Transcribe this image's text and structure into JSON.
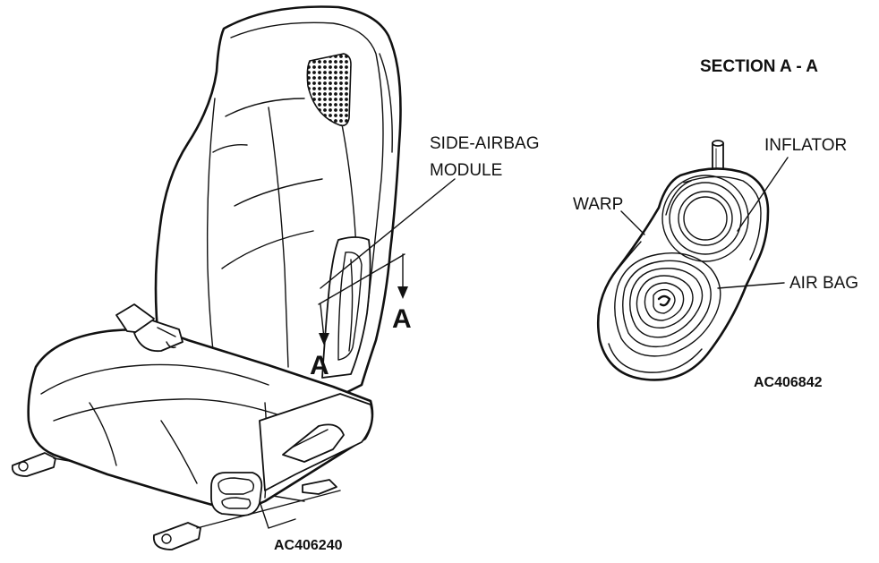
{
  "figure_codes": {
    "seat": "AC406240",
    "section": "AC406842"
  },
  "section_title": "SECTION A - A",
  "labels": {
    "module_line1": "SIDE-AIRBAG",
    "module_line2": "MODULE",
    "cut_left": "A",
    "cut_right": "A",
    "warp": "WARP",
    "inflator": "INFLATOR",
    "air_bag": "AIR BAG"
  }
}
